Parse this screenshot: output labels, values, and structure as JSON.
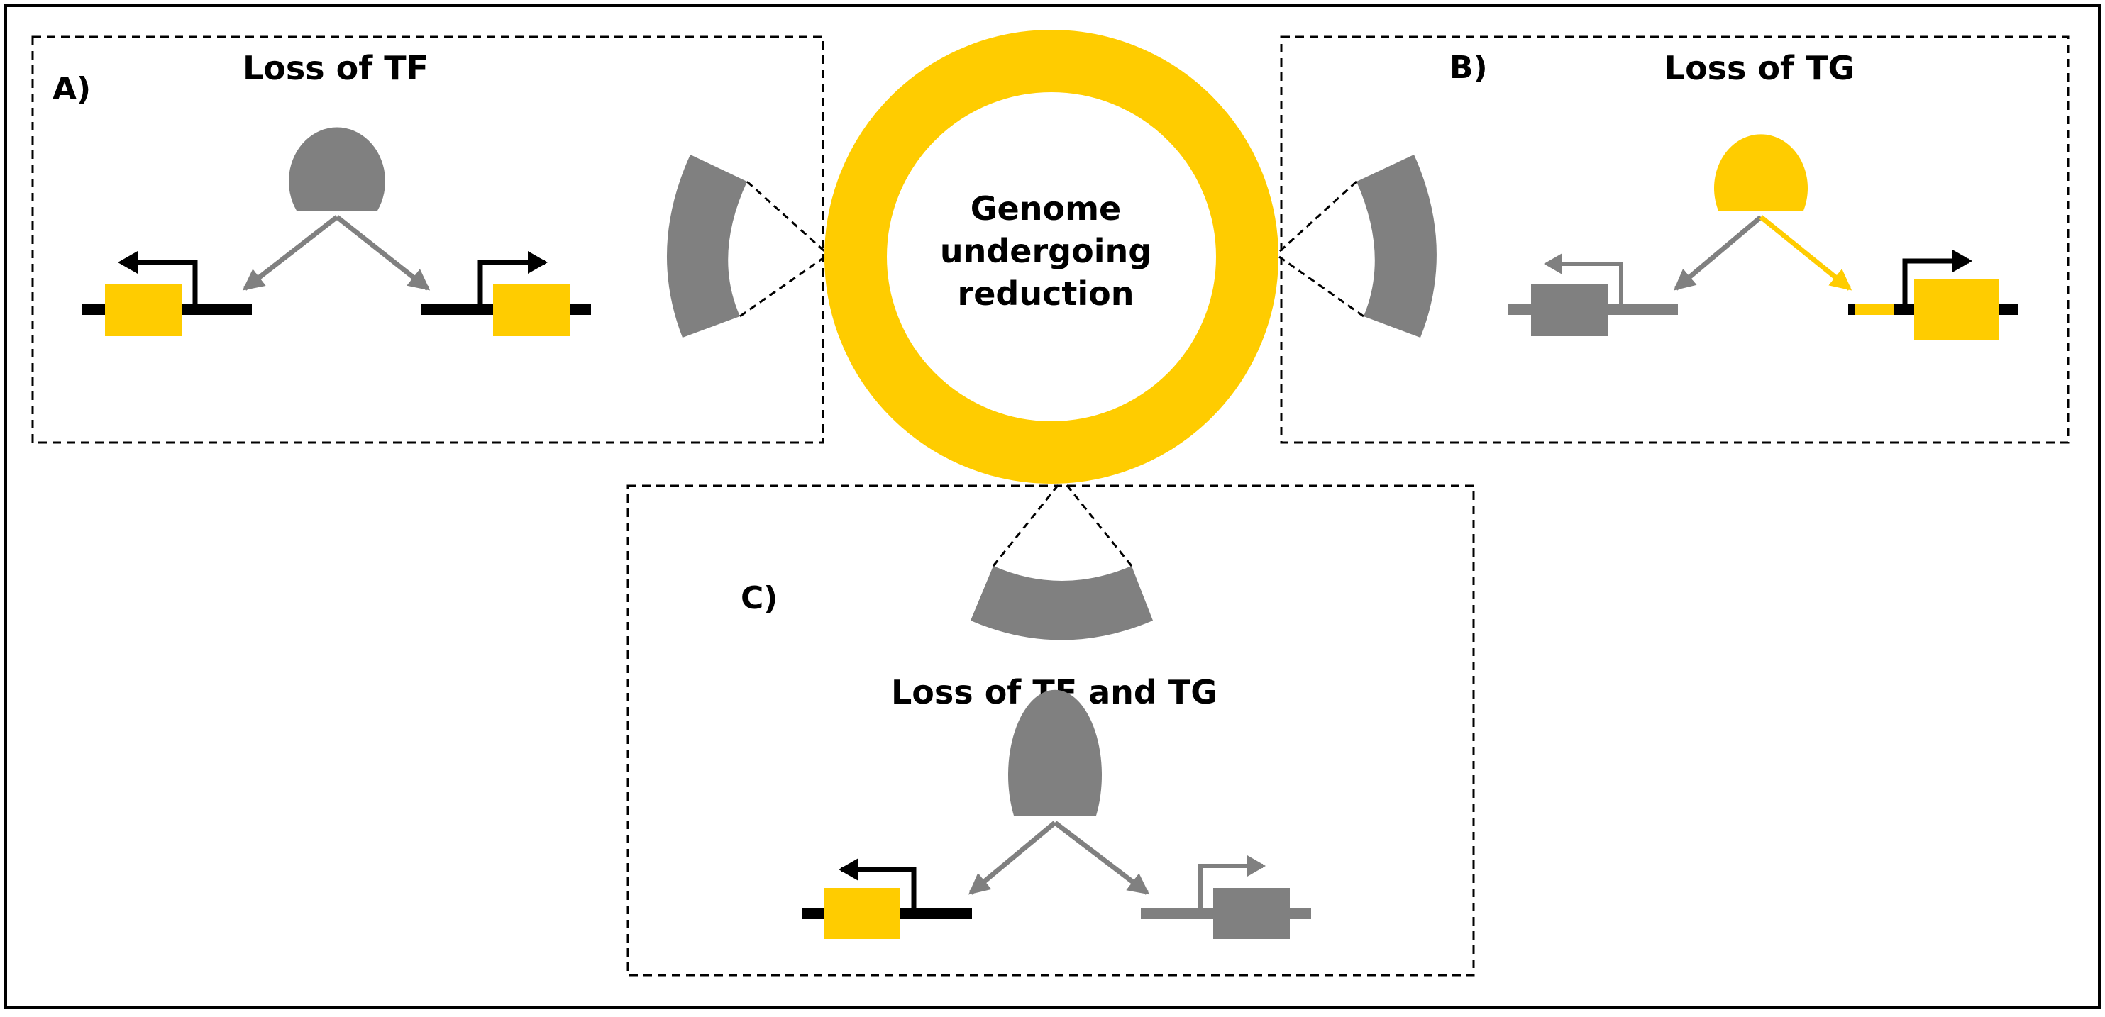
{
  "colors": {
    "present": "#FFCC00",
    "lost": "#808080",
    "dna": "#000000",
    "background": "#FFFFFF"
  },
  "genome": {
    "label_lines": [
      "Genome",
      "undergoing",
      "reduction"
    ]
  },
  "panels": {
    "a": {
      "letter": "A)",
      "title": "Loss of TF"
    },
    "b": {
      "letter": "B)",
      "title": "Loss of TG"
    },
    "c": {
      "letter": "C)",
      "title": "Loss of TF and TG"
    }
  }
}
